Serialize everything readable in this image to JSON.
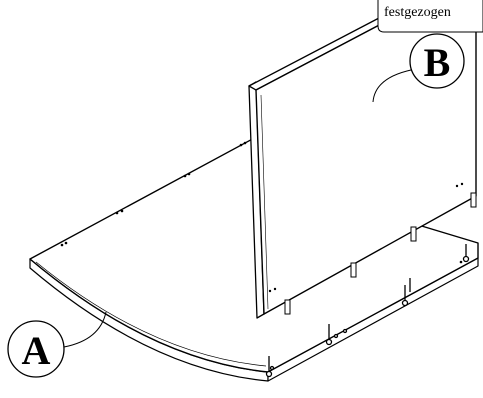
{
  "callouts": {
    "a": {
      "letter": "A"
    },
    "b": {
      "letter": "B"
    }
  },
  "tab": {
    "text": "festgezogen"
  },
  "colors": {
    "line": "#000000",
    "fill": "#ffffff"
  }
}
